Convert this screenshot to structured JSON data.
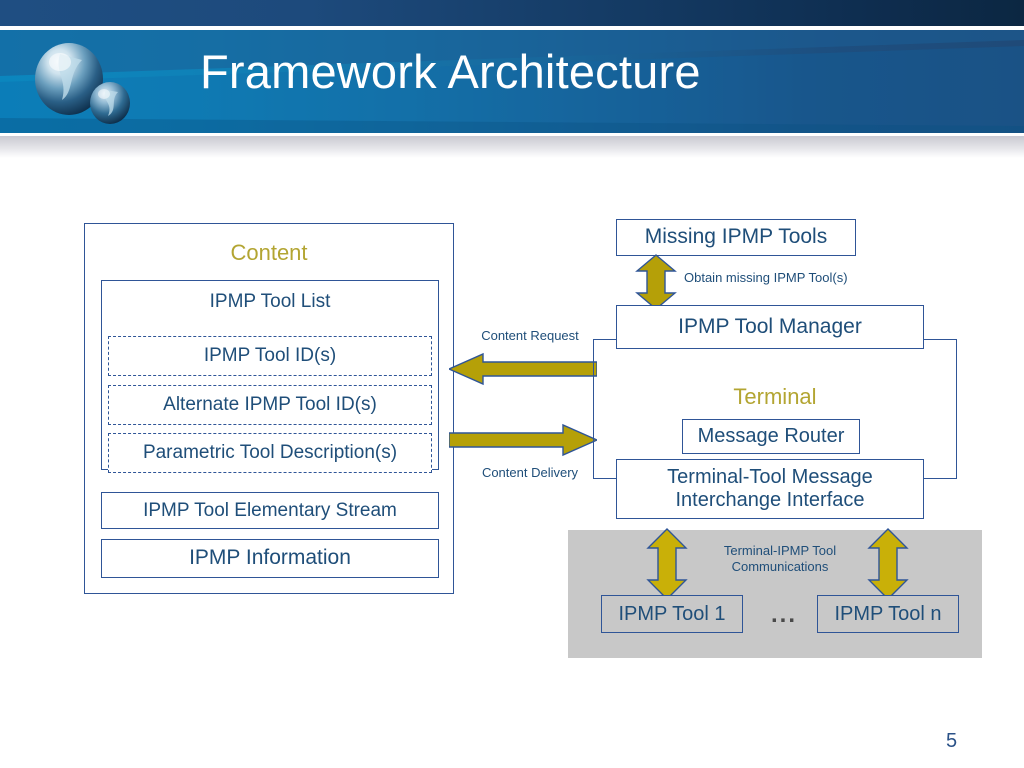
{
  "header": {
    "title": "Framework Architecture",
    "logo_icon": "blue-spheres-logo",
    "accent_navy": "#1f4e79",
    "accent_cyan": "#0b86be",
    "accent_gold": "#b3a532"
  },
  "diagram": {
    "content_panel": {
      "title": "Content",
      "tool_list": {
        "label": "IPMP Tool List",
        "items": [
          "IPMP Tool ID(s)",
          "Alternate IPMP Tool ID(s)",
          "Parametric Tool Description(s)"
        ]
      },
      "elementary_stream": "IPMP Tool Elementary Stream",
      "information": "IPMP Information"
    },
    "middle_arrows": [
      {
        "label": "Content Request",
        "direction": "left",
        "name": "content-request-arrow"
      },
      {
        "label": "Content Delivery",
        "direction": "right",
        "name": "content-delivery-arrow"
      }
    ],
    "missing_tools_box": "Missing IPMP Tools",
    "obtain_label": "Obtain missing IPMP Tool(s)",
    "tool_manager_box": "IPMP Tool Manager",
    "terminal_panel": {
      "title": "Terminal",
      "message_router": "Message Router",
      "interchange_interface": "Terminal-Tool Message Interchange Interface"
    },
    "tools_panel": {
      "communications_label": "Terminal-IPMP Tool Communications",
      "tool_first": "IPMP Tool 1",
      "ellipsis": "...",
      "tool_last": "IPMP Tool n"
    }
  },
  "footer": {
    "page_number": "5"
  }
}
